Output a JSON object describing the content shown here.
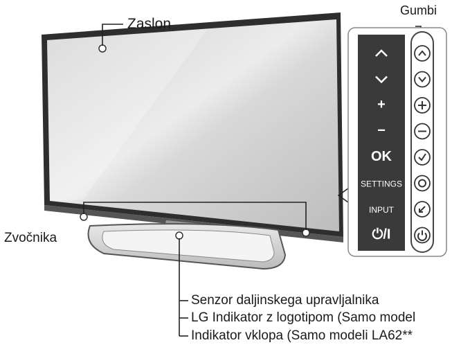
{
  "labels": {
    "screen": "Zaslon",
    "buttons": "Gumbi",
    "speakers": "Zvočnika",
    "remote_sensor": "Senzor daljinskega upravljalnika",
    "logo_indicator": "LG Indikator z logotipom (Samo model",
    "power_indicator": "Indikator vklopa (Samo modeli LA62**"
  },
  "panel_buttons": [
    {
      "icon": "chevron-up-icon",
      "label": "^"
    },
    {
      "icon": "chevron-down-icon",
      "label": "v"
    },
    {
      "icon": "plus-icon",
      "label": "+"
    },
    {
      "icon": "minus-icon",
      "label": "−"
    },
    {
      "icon": "ok-icon",
      "label": "OK"
    },
    {
      "icon": "settings-icon",
      "label": "SETTINGS"
    },
    {
      "icon": "input-icon",
      "label": "INPUT"
    },
    {
      "icon": "power-icon",
      "label": "⏻/I"
    }
  ],
  "colors": {
    "panel_dark": "#3a3a3a",
    "frame": "#2e2e2e",
    "screen_gray": "#c9c9c9"
  }
}
